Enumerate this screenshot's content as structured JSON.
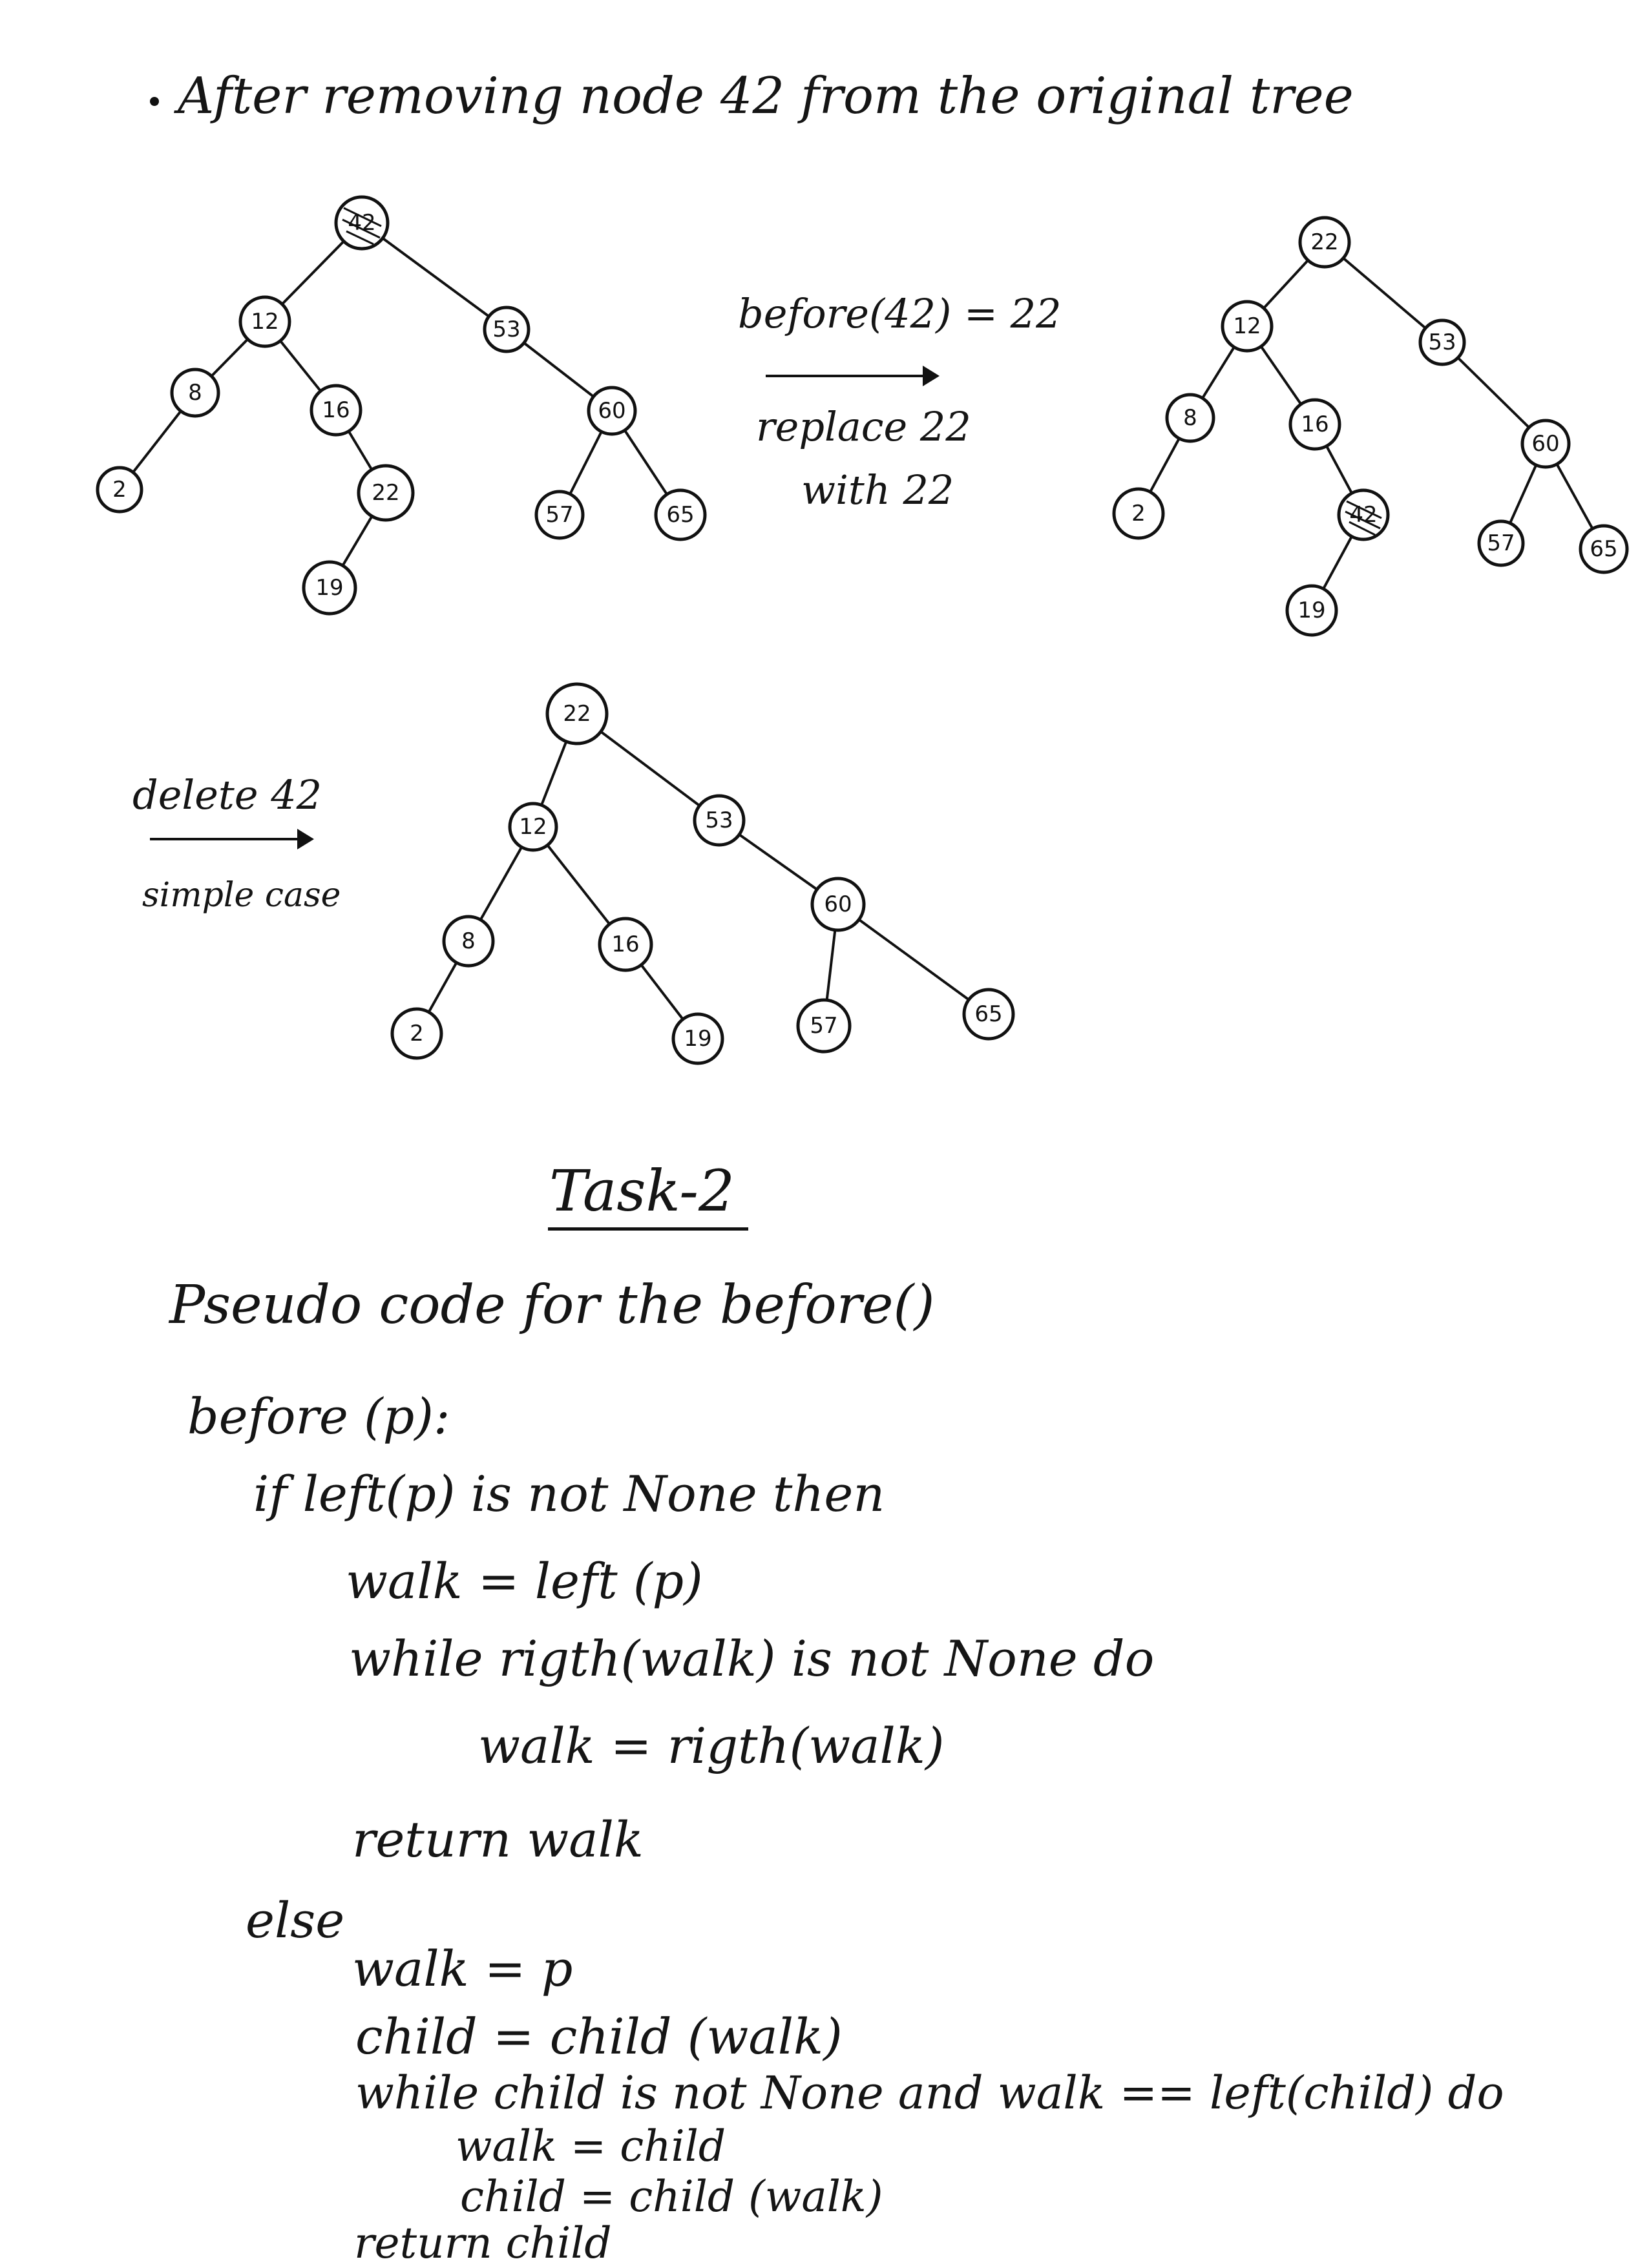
{
  "header": {
    "text": "After removing node 42 from the original tree"
  },
  "trees": [
    {
      "id": "original",
      "nodes": [
        {
          "label": "42",
          "struck": true
        },
        {
          "label": "12"
        },
        {
          "label": "53"
        },
        {
          "label": "8"
        },
        {
          "label": "16"
        },
        {
          "label": "60"
        },
        {
          "label": "2"
        },
        {
          "label": "22"
        },
        {
          "label": "57"
        },
        {
          "label": "65"
        },
        {
          "label": "19"
        }
      ]
    },
    {
      "id": "replaced",
      "nodes": [
        {
          "label": "22"
        },
        {
          "label": "12"
        },
        {
          "label": "53"
        },
        {
          "label": "8"
        },
        {
          "label": "16"
        },
        {
          "label": "60"
        },
        {
          "label": "2"
        },
        {
          "label": "42",
          "struck": true
        },
        {
          "label": "57"
        },
        {
          "label": "65"
        },
        {
          "label": "19"
        }
      ]
    },
    {
      "id": "final",
      "nodes": [
        {
          "label": "22"
        },
        {
          "label": "12"
        },
        {
          "label": "53"
        },
        {
          "label": "8"
        },
        {
          "label": "16"
        },
        {
          "label": "60"
        },
        {
          "label": "2"
        },
        {
          "label": "19"
        },
        {
          "label": "57"
        },
        {
          "label": "65"
        }
      ]
    }
  ],
  "step1": {
    "above": "before(42) = 22",
    "below_line1": "replace 22",
    "below_line2": "with 22"
  },
  "step2": {
    "above": "delete 42",
    "below": "simple case"
  },
  "task": {
    "title": "Task-2",
    "subtitle": "Pseudo code for the  before()",
    "code": [
      "before (p):",
      "if left(p) is not None then",
      "walk = left (p)",
      "while rigth(walk) is not None do",
      "walk = rigth(walk)",
      "return walk",
      "else",
      "walk = p",
      "child = child (walk)",
      "while child is not None  and  walk == left(child) do",
      "walk = child",
      "child = child (walk)",
      "return child"
    ]
  }
}
